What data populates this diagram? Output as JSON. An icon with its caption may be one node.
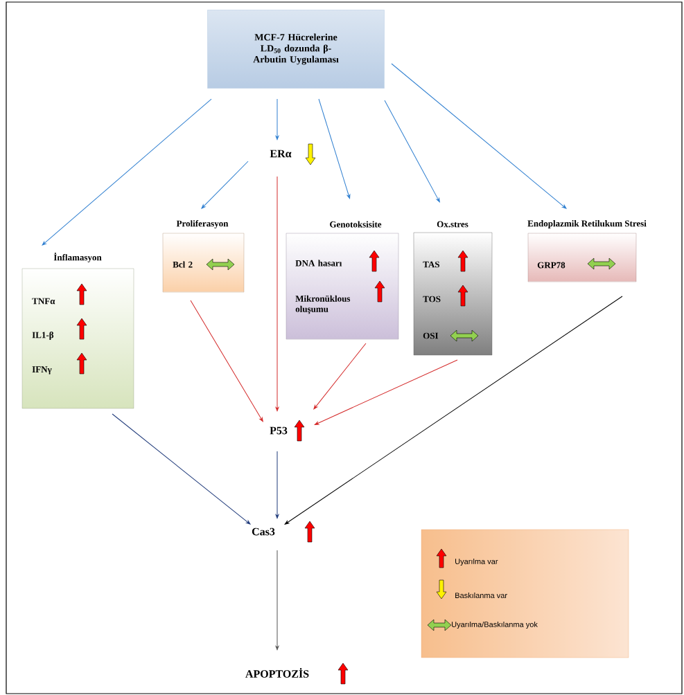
{
  "diagram": {
    "nodes": [
      {
        "text": [
          "MCF-7 Hücrelerine LD$_{50}$ dozunda β-Arbutin Uygulaması"
        ]
      },
      {
        "text": [
          "ERα"
        ]
      },
      {
        "text": [
          "İnflamasyon",
          "TNFα",
          "IL1-β",
          "IFNγ"
        ]
      },
      {
        "text": [
          "Proliferasyon",
          "Bcl 2"
        ]
      },
      {
        "text": [
          "Genotoksisite",
          "DNA hasarı",
          "Mikronüklous oluşumu"
        ]
      },
      {
        "text": [
          "Ox.stres",
          "TAS",
          "TOS",
          "OSI"
        ]
      },
      {
        "text": [
          "Endoplazmik Retilukum Stresi",
          "GRP78"
        ]
      },
      {
        "text": [
          "P53"
        ]
      },
      {
        "text": [
          "Cas3"
        ]
      },
      {
        "text": [
          "APOPTOZİS"
        ]
      }
    ],
    "edges": [
      {
        "from": 0,
        "to": 2,
        "arrow": "to"
      },
      {
        "from": 0,
        "to": 1,
        "arrow": "to"
      },
      {
        "from": 0,
        "to": 4,
        "arrow": "to"
      },
      {
        "from": 0,
        "to": 5,
        "arrow": "to"
      },
      {
        "from": 0,
        "to": 6,
        "arrow": "to"
      },
      {
        "from": 1,
        "to": 3,
        "arrow": "to"
      },
      {
        "from": 1,
        "to": 7,
        "arrow": "to",
        "color": "#d42a2a"
      },
      {
        "from": 3,
        "to": 7,
        "arrow": "to",
        "color": "#d42a2a"
      },
      {
        "from": 4,
        "to": 7,
        "arrow": "to",
        "color": "#d42a2a"
      },
      {
        "from": 5,
        "to": 7,
        "arrow": "to",
        "color": "#d42a2a"
      },
      {
        "from": 2,
        "to": 8,
        "arrow": "to",
        "color": "#1f3a7a"
      },
      {
        "from": 7,
        "to": 8,
        "arrow": "to",
        "color": "#1f3a7a"
      },
      {
        "from": 6,
        "to": 8,
        "arrow": "to",
        "color": "#000000"
      },
      {
        "from": 8,
        "to": 9,
        "arrow": "to",
        "color": "#555555"
      }
    ],
    "legend": [
      {
        "text": "Uyarılma var"
      },
      {
        "text": "Baskılanma var"
      },
      {
        "text": "Uyarılma/Baskılanma yok"
      }
    ]
  }
}
